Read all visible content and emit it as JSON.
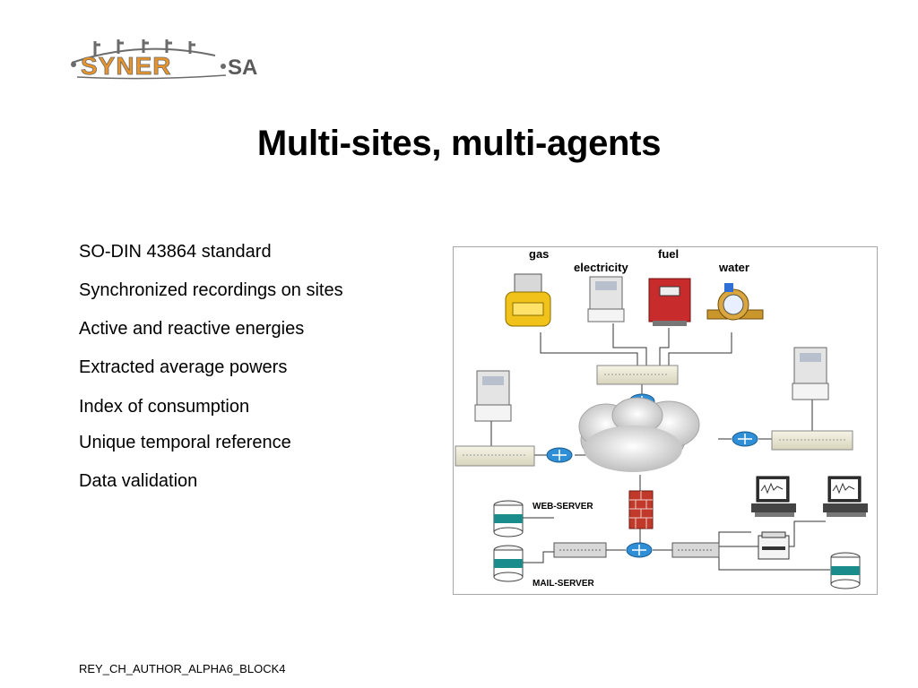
{
  "logo": {
    "text": "SYNER",
    "suffix": "SA",
    "brand_color": "#e8942a",
    "grey": "#6b6b6b"
  },
  "title": "Multi-sites, multi-agents",
  "bullets": [
    "SO-DIN 43864 standard",
    "Synchronized recordings on sites",
    "Active and reactive energies",
    "Extracted average powers",
    "Index of consumption",
    "Unique temporal reference",
    "Data validation"
  ],
  "diagram": {
    "labels": {
      "gas": "gas",
      "electricity": "electricity",
      "fuel": "fuel",
      "water": "water",
      "web_server": "WEB-SERVER",
      "mail_server": "MAIL-SERVER"
    },
    "colors": {
      "server_band": "#1a8c8c",
      "router": "#2f8fd6",
      "gas_meter": "#f0c21a",
      "fuel_meter": "#c82b2b",
      "firewall": "#c0392b"
    }
  },
  "footer": "REY_CH_AUTHOR_ALPHA6_BLOCK4"
}
